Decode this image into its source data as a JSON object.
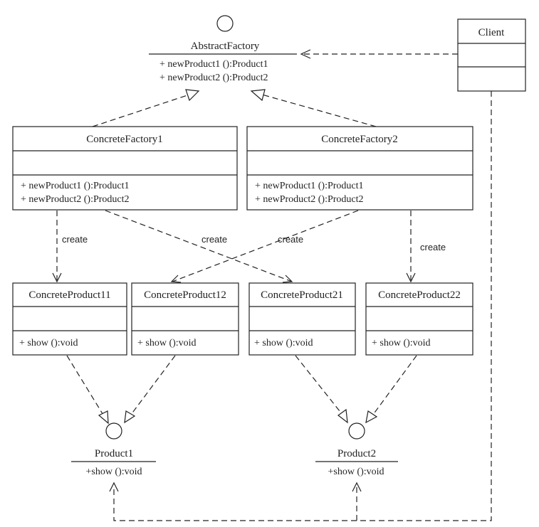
{
  "interfaces": {
    "abstract_factory": {
      "name": "AbstractFactory",
      "methods": [
        "+ newProduct1 ():Product1",
        "+ newProduct2 ():Product2"
      ]
    },
    "product1": {
      "name": "Product1",
      "methods": [
        "+show ():void"
      ]
    },
    "product2": {
      "name": "Product2",
      "methods": [
        "+show ():void"
      ]
    }
  },
  "classes": {
    "client": {
      "name": "Client"
    },
    "concrete_factory1": {
      "name": "ConcreteFactory1",
      "methods": [
        "+ newProduct1 ():Product1",
        "+ newProduct2 ():Product2"
      ]
    },
    "concrete_factory2": {
      "name": "ConcreteFactory2",
      "methods": [
        "+ newProduct1 ():Product1",
        "+ newProduct2 ():Product2"
      ]
    },
    "concrete_product11": {
      "name": "ConcreteProduct11",
      "methods": [
        "+ show ():void"
      ]
    },
    "concrete_product12": {
      "name": "ConcreteProduct12",
      "methods": [
        "+ show ():void"
      ]
    },
    "concrete_product21": {
      "name": "ConcreteProduct21",
      "methods": [
        "+ show ():void"
      ]
    },
    "concrete_product22": {
      "name": "ConcreteProduct22",
      "methods": [
        "+ show ():void"
      ]
    }
  },
  "relations": {
    "create_1": "create",
    "create_2": "create",
    "create_3": "create",
    "create_4": "create"
  }
}
